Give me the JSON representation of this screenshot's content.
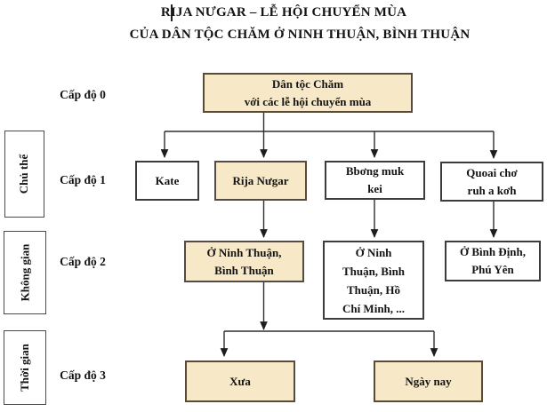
{
  "title": {
    "line1": "RIJA NƯGAR – LỄ HỘI CHUYỂN MÙA",
    "line2": "CỦA DÂN TỘC CHĂM Ở NINH THUẬN, BÌNH THUẬN"
  },
  "rows": [
    {
      "label": "Cấp độ 0"
    },
    {
      "label": "Cấp độ 1"
    },
    {
      "label": "Cấp độ 2"
    },
    {
      "label": "Cấp độ 3"
    }
  ],
  "categories": {
    "subject": "Chủ thể",
    "space": "Không gian",
    "time": "Thời gian"
  },
  "nodes": {
    "root": "Dân tộc Chăm\nvới các lễ hội chuyển mùa",
    "kate": "Kate",
    "rija": "Rija Nưgar",
    "bbong": "Bbơng muk\nkei",
    "quoai": "Quoai chơ\nruh a kơh",
    "ninhthuan": "Ở Ninh Thuận,\nBình Thuận",
    "hcm": "Ở Ninh\nThuận, Bình\nThuận, Hồ\nChí Minh, ...",
    "binhdinh": "Ở Bình Định,\nPhú Yên",
    "xua": "Xưa",
    "ngaynay": "Ngày nay"
  },
  "edges": [
    {
      "from": "root",
      "to": "kate"
    },
    {
      "from": "root",
      "to": "rija"
    },
    {
      "from": "root",
      "to": "bbong"
    },
    {
      "from": "root",
      "to": "quoai"
    },
    {
      "from": "rija",
      "to": "ninhthuan"
    },
    {
      "from": "bbong",
      "to": "hcm"
    },
    {
      "from": "quoai",
      "to": "binhdinh"
    },
    {
      "from": "ninhthuan",
      "to": "xua"
    },
    {
      "from": "ninhthuan",
      "to": "ngaynay"
    }
  ],
  "colors": {
    "highlight_fill": "#f7e9c8",
    "plain_fill": "#ffffff",
    "line": "#2e2e2e",
    "border_dark": "#3c3c3c",
    "border_brown": "#564b3c"
  }
}
